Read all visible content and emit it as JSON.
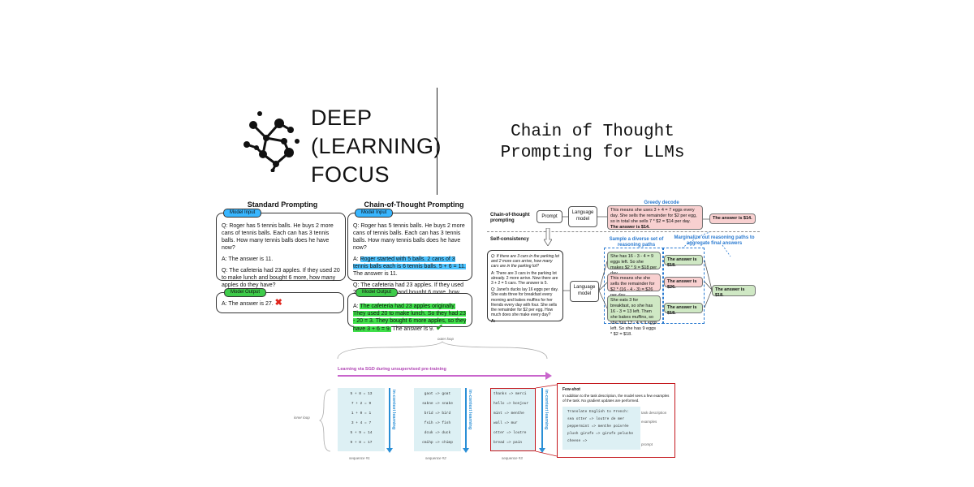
{
  "header": {
    "brand_lines": [
      "DEEP",
      "(LEARNING)",
      "FOCUS"
    ],
    "title_lines": [
      "Chain of Thought",
      "Prompting for LLMs"
    ]
  },
  "prompting": {
    "standard_title": "Standard Prompting",
    "cot_title": "Chain-of-Thought Prompting",
    "model_input": "Model Input",
    "model_output": "Model Output",
    "q1": "Q: Roger has 5 tennis balls. He buys 2 more cans of tennis balls. Each can has 3 tennis balls. How many tennis balls does he have now?",
    "std_a1": "A: The answer is 11.",
    "q2": "Q: The cafeteria had 23 apples. If they used 20 to make lunch and bought 6 more, how many apples do they have?",
    "std_out": "A: The answer is 27.",
    "cot_a1_prefix": "A: ",
    "cot_a1_hl": "Roger started with 5 balls. 2 cans of 3 tennis balls each is 6 tennis balls. 5 + 6 = 11.",
    "cot_a1_suffix": " The answer is 11.",
    "cot_out_prefix": "A: ",
    "cot_out_hl": "The cafeteria had 23 apples originally. They used 20 to make lunch. So they had 23 - 20 = 3. They bought 6 more apples, so they have 3 + 6 = 9.",
    "cot_out_suffix": " The answer is 9."
  },
  "self_consistency": {
    "cot_label": "Chain-of-thought prompting",
    "prompt": "Prompt",
    "language_model": "Language model",
    "greedy": "Greedy decode",
    "greedy_text": "This means she uses 3 + 4 = 7 eggs every day. She sells the remainder for $2 per egg, so in total she sells 7 * $2 = $14 per day.",
    "greedy_bold": "The answer is $14.",
    "answer_14": "The answer is $14.",
    "sc_label": "Self-consistency",
    "sample_label": "Sample a diverse set of reasoning paths",
    "marginalize_label": "Marginalize out reasoning paths to aggregate final answers",
    "q_block": "Q: If there are 3 cars in the parking lot and 2 more cars arrive, how many cars are in the parking lot?",
    "a_block": "A: There are 3 cars in the parking lot already. 2 more arrive. Now there are 3 + 2 = 5 cars. The answer is 5.",
    "q2_block": "Q: Janet's ducks lay 16 eggs per day. She eats three for breakfast every morning and bakes muffins for her friends every day with four. She sells the remainder for $2 per egg. How much does she make every day?",
    "a2": "A:",
    "path1": "She has 16 - 3 - 4 = 9 eggs left. So she makes $2 * 9 = $18 per day.",
    "path2": "This means she she sells the remainder for $2 * (16 - 4 - 3) = $26 per day.",
    "path3": "She eats 3 for breakfast, so she has 16 - 3 = 13 left. Then she bakes muffins, so she has 13 - 4 = 9 eggs left. So she has 9 eggs * $2 = $18.",
    "ans1": "The answer is $18.",
    "ans2": "The answer is $26.",
    "ans3": "The answer is $18.",
    "final": "The answer is $18."
  },
  "icl": {
    "outer_loop": "outer loop",
    "inner_loop": "inner loop",
    "sgd": "Learning via SGD during unsupervised pre-training",
    "in_context": "in-context learning",
    "seq1": [
      "5 + 8 = 13",
      "7 + 2 = 9",
      "1 + 0 = 1",
      "3 + 4 = 7",
      "5 + 9 = 14",
      "9 + 8 = 17"
    ],
    "seq2": [
      "gaot => goat",
      "sakne => snake",
      "brid => bird",
      "fsih => fish",
      "dcuk => duck",
      "cmihp => chimp"
    ],
    "seq3": [
      "thanks => merci",
      "hello => bonjour",
      "mint => menthe",
      "wall => mur",
      "otter => loutre",
      "bread => pain"
    ],
    "seq_labels": [
      "sequence #1",
      "sequence #2",
      "sequence #3"
    ],
    "fewshot_title": "Few-shot",
    "fewshot_desc": "In addition to the task description, the model sees a few examples of the task. No gradient updates are performed.",
    "fewshot_lines": [
      "Translate English to French:",
      "sea otter => loutre de mer",
      "peppermint => menthe poivrée",
      "plush girafe => girafe peluche",
      "cheese =>"
    ],
    "fewshot_tags": [
      "task description",
      "examples",
      "prompt"
    ]
  }
}
